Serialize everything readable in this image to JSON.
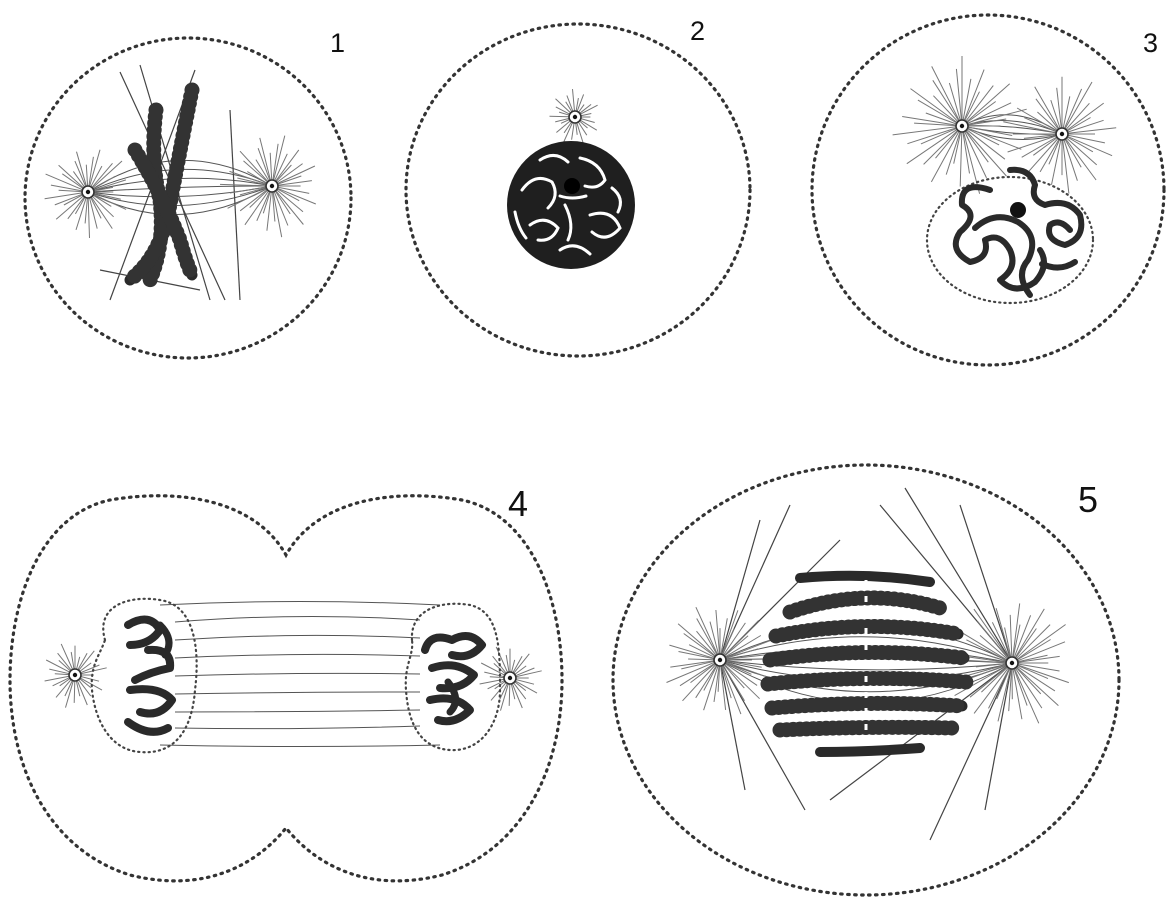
{
  "figure": {
    "panels": [
      {
        "id": "1",
        "label": "1"
      },
      {
        "id": "2",
        "label": "2"
      },
      {
        "id": "3",
        "label": "3"
      },
      {
        "id": "4",
        "label": "4"
      },
      {
        "id": "5",
        "label": "5"
      }
    ],
    "colors": {
      "ink": "#222222",
      "background": "#ffffff",
      "rays": "#777777"
    }
  }
}
